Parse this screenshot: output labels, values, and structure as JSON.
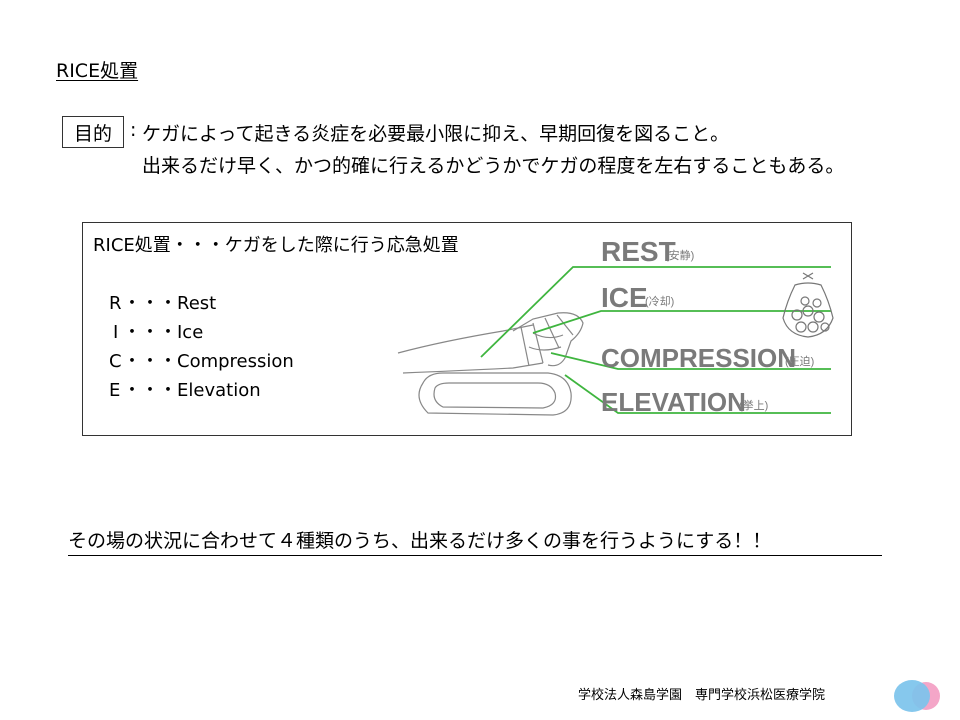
{
  "title": "RICE処置",
  "purpose": {
    "label": "目的",
    "colon": ":",
    "line1": "ケガによって起きる炎症を必要最小限に抑え、早期回復を図ること。",
    "line2": "出来るだけ早く、かつ的確に行えるかどうかでケガの程度を左右することもある。"
  },
  "panel": {
    "heading": "RICE処置・・・ケガをした際に行う応急処置",
    "items": [
      {
        "letter": "R",
        "sep": "・・・",
        "word": "Rest"
      },
      {
        "letter": "I",
        "sep": "・・・",
        "word": "Ice"
      },
      {
        "letter": "C",
        "sep": "・・・",
        "word": "Compression"
      },
      {
        "letter": "E",
        "sep": "・・・",
        "word": "Elevation"
      }
    ],
    "illustration_labels": [
      {
        "word": "REST",
        "note": "(安静)"
      },
      {
        "word": "ICE",
        "note": "(冷却)"
      },
      {
        "word": "COMPRESSION",
        "note": "(圧迫)"
      },
      {
        "word": "ELEVATION",
        "note": "(挙上)"
      }
    ],
    "line_color": "#3fb53f",
    "label_color": "#7a7a7a"
  },
  "footer_note": "その場の状況に合わせて４種類のうち、出来るだけ多くの事を行うようにする！！",
  "organization": "学校法人森島学園　専門学校浜松医療学院",
  "logo_colors": {
    "left": "#7cc3ec",
    "right": "#f4a6c8"
  }
}
